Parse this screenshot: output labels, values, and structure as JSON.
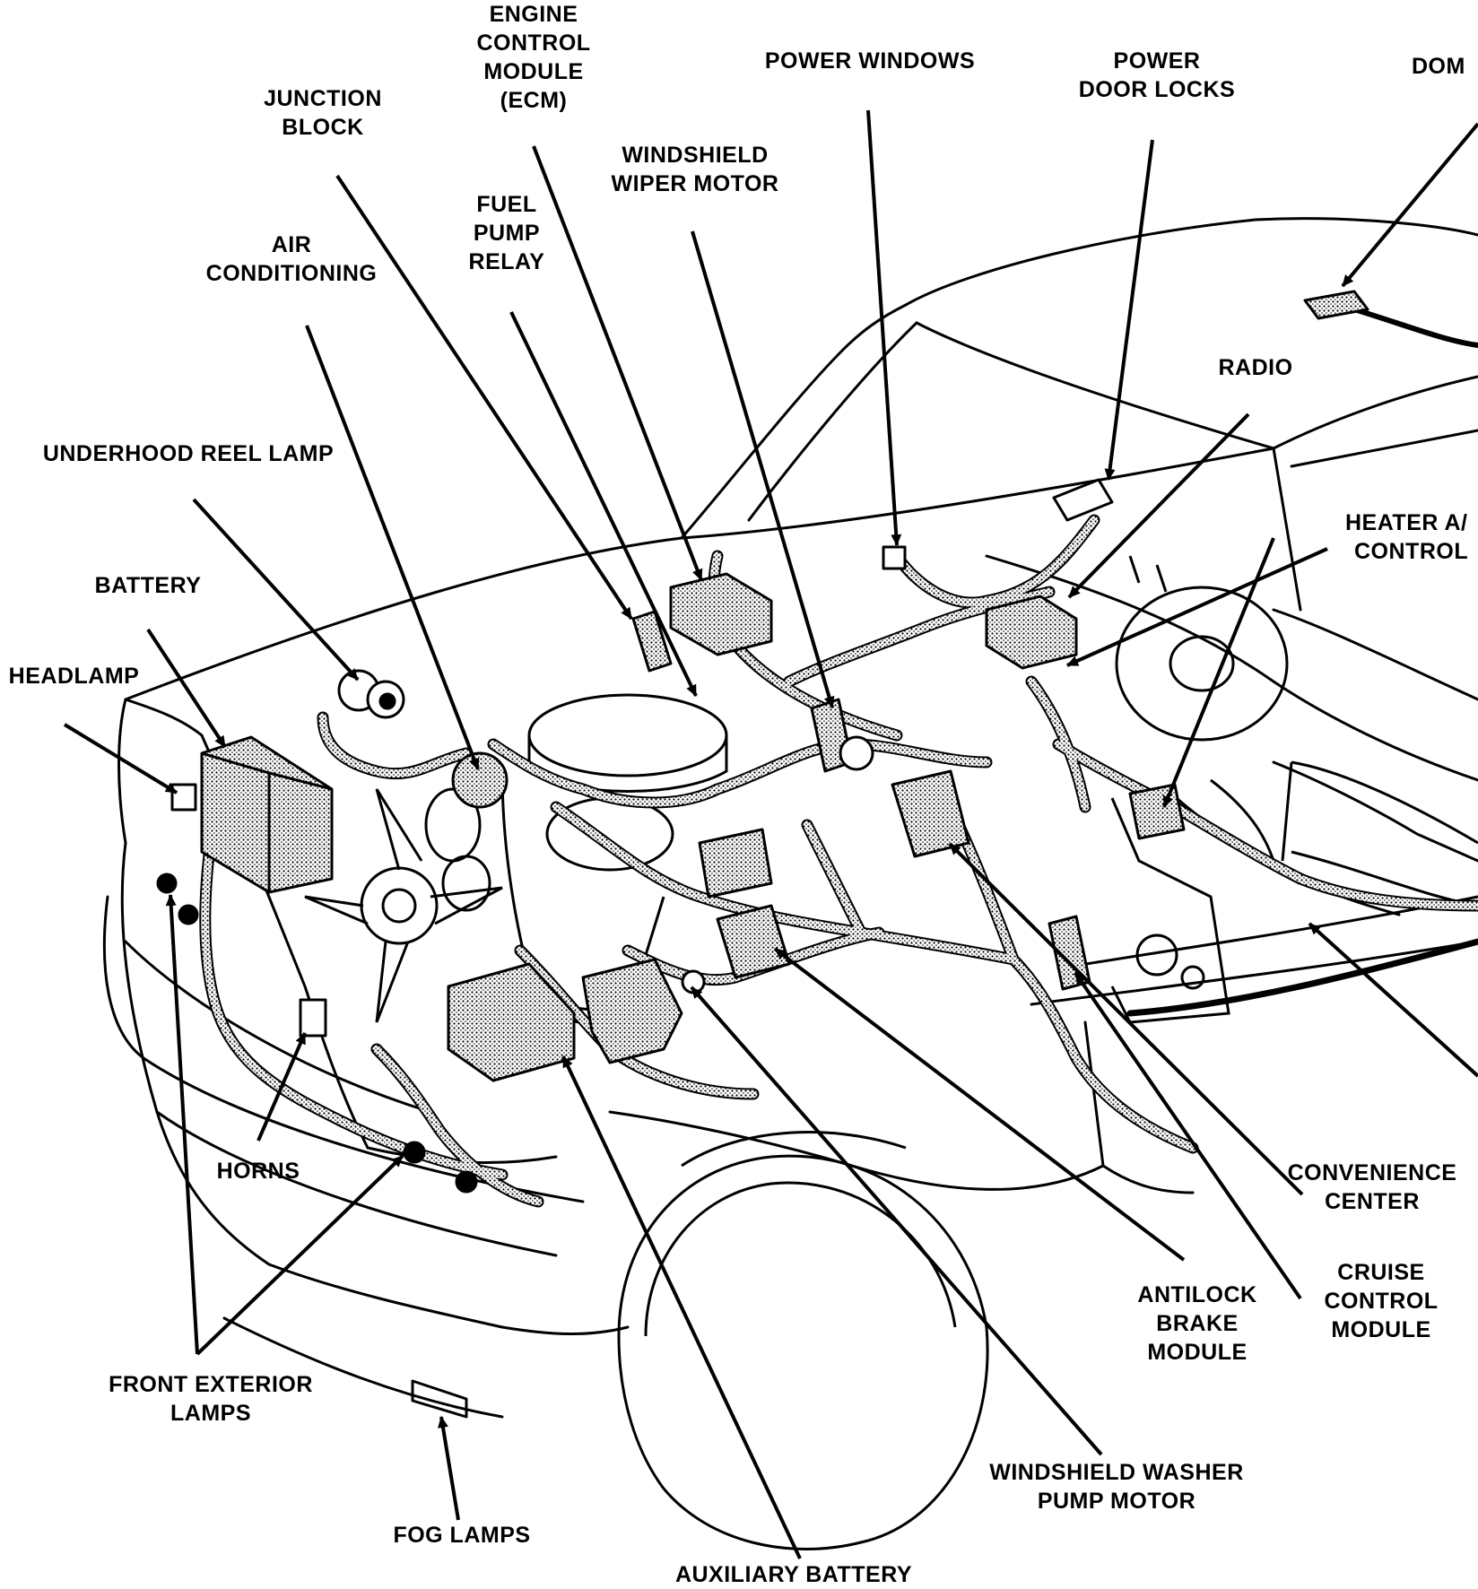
{
  "labels": {
    "ecm": [
      "ENGINE",
      "CONTROL",
      "MODULE",
      "(ECM)"
    ],
    "power_windows": [
      "POWER WINDOWS"
    ],
    "power_door_locks": [
      "POWER",
      "DOOR LOCKS"
    ],
    "dome": [
      "DOM"
    ],
    "junction_block": [
      "JUNCTION",
      "BLOCK"
    ],
    "windshield_wiper_motor": [
      "WINDSHIELD",
      "WIPER MOTOR"
    ],
    "fuel_pump_relay": [
      "FUEL",
      "PUMP",
      "RELAY"
    ],
    "air_conditioning": [
      "AIR",
      "CONDITIONING"
    ],
    "radio": [
      "RADIO"
    ],
    "underhood_reel_lamp": [
      "UNDERHOOD REEL LAMP"
    ],
    "heater_control": [
      "HEATER A/",
      "CONTROL"
    ],
    "battery": [
      "BATTERY"
    ],
    "headlamp": [
      "HEADLAMP"
    ],
    "horns": [
      "HORNS"
    ],
    "convenience_center": [
      "CONVENIENCE",
      "CENTER"
    ],
    "cruise_control_module": [
      "CRUISE",
      "CONTROL",
      "MODULE"
    ],
    "antilock_brake_module": [
      "ANTILOCK",
      "BRAKE",
      "MODULE"
    ],
    "front_exterior_lamps": [
      "FRONT EXTERIOR",
      "LAMPS"
    ],
    "windshield_washer_pump_motor": [
      "WINDSHIELD WASHER",
      "PUMP MOTOR"
    ],
    "fog_lamps": [
      "FOG LAMPS"
    ],
    "auxiliary_battery": [
      "AUXILIARY BATTERY"
    ]
  }
}
